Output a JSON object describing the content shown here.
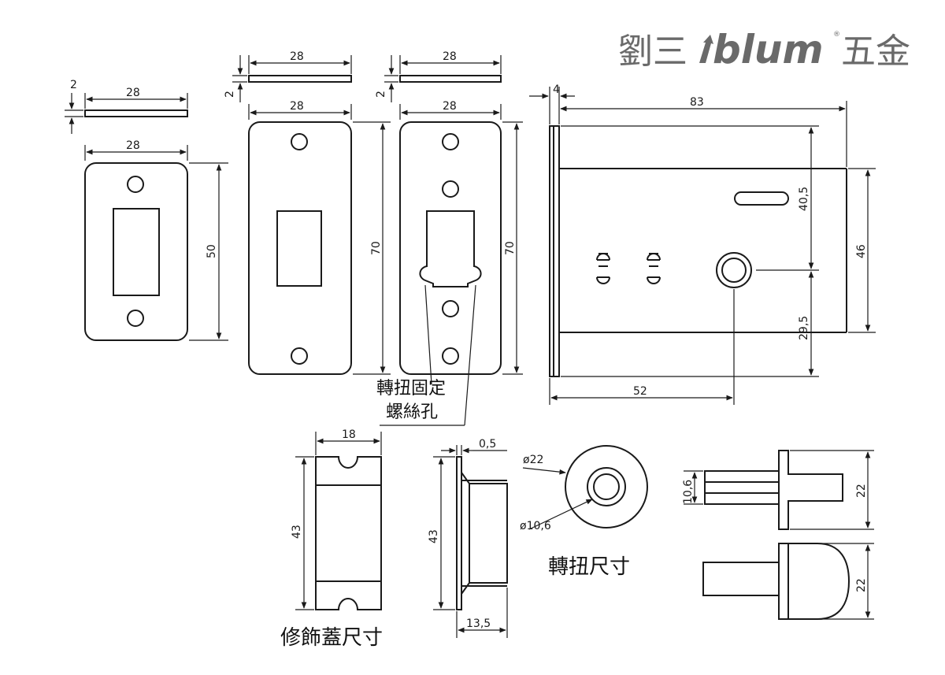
{
  "brand": {
    "left_text": "劉三",
    "logo_text": "blum",
    "right_text": "五金",
    "registered_mark": "®",
    "color": "#6a6a6a"
  },
  "plate_small": {
    "thickness_top": "28",
    "thickness_side": "2",
    "front_width": "28",
    "front_height": "50"
  },
  "plate_mid": {
    "thickness_top": "28",
    "thickness_side": "2",
    "front_width": "28",
    "front_height": "70"
  },
  "plate_right": {
    "thickness_top": "28",
    "thickness_side": "2",
    "front_width": "28",
    "front_height": "70"
  },
  "lock_body": {
    "dim_plate": "4",
    "dim_depth": "83",
    "dim_top": "40,5",
    "dim_height": "46",
    "dim_bottom": "29,5",
    "dim_backset": "52"
  },
  "turn_screw_label": {
    "line1": "轉扭固定",
    "line2": "螺絲孔"
  },
  "cover": {
    "front_width": "18",
    "front_height": "43",
    "side_height": "43",
    "side_flange": "0,5",
    "side_depth": "13,5",
    "title": "修飾蓋尺寸"
  },
  "knob": {
    "outer_diameter": "ø22",
    "inner_diameter": "ø10,6",
    "title": "轉扭尺寸",
    "side_height": "22",
    "shaft": "10,6",
    "top_height": "22"
  }
}
